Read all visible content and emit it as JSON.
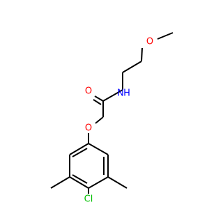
{
  "molecule": {
    "atoms": {
      "methoxy_o": {
        "label": "O",
        "color": "#ff0000"
      },
      "carbonyl_o": {
        "label": "O",
        "color": "#ff0000"
      },
      "amide_n": {
        "label": "N",
        "color": "#0000ff"
      },
      "amide_h": {
        "label": "H",
        "color": "#0000ff"
      },
      "ether_o": {
        "label": "O",
        "color": "#ff0000"
      },
      "chlorine": {
        "label": "Cl",
        "color": "#00c000"
      }
    },
    "bond_color": "#000000"
  }
}
